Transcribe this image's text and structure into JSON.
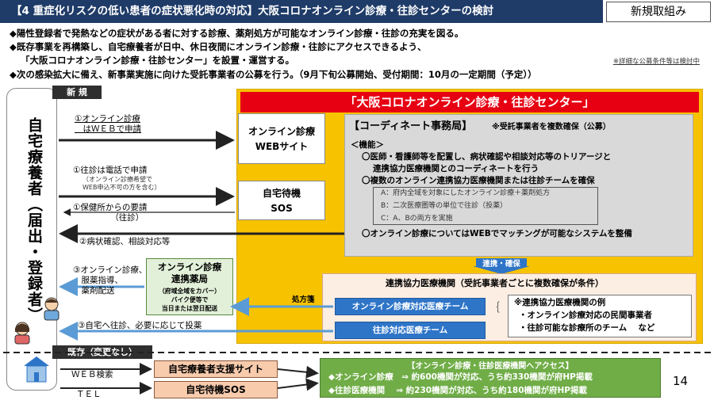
{
  "header": {
    "title": "【4 重症化リスクの低い患者の症状悪化時の対応】大阪コロナオンライン診療・往診センターの検討",
    "tag": "新規取組み"
  },
  "bullets": [
    "◆陽性登録者で発熱などの症状がある者に対する診療、薬剤処方が可能なオンライン診療・往診の充実を図る。",
    "◆既存事業を再構築し、自宅療養者が日中、休日夜間にオンライン診療・往診にアクセスできるよう、",
    "「大阪コロナオンライン診療・往診センター」を設置・運営する。",
    "◆次の感染拡大に備え、新事業実施に向けた受託事業者の公募を行う。（9月下旬公募開始、受付期間：10月の一定期間（予定））"
  ],
  "note": "※詳細な公募条件等は検討中",
  "left_title": "自宅療養者（届出・登録者）",
  "section_new": "新 規",
  "section_existing": "既存（変更なし）",
  "center_title": "「大阪コロナオンライン診療・往診センター」",
  "boxes": {
    "web": "オンライン診療\nWEBサイト",
    "sos": "自宅待機\nSOS"
  },
  "coord": {
    "title": "【コーディネート事務局】",
    "note": "※受託事業者を複数確保（公募）",
    "func": "＜機能＞",
    "l1": "〇医師・看護師等を配置し、病状確認や相談対応等のトリアージと",
    "l2": "連携協力医療機関とのコーディネートを行う",
    "l3": "〇複数のオンライン連携協力医療機関または往診チームを確保",
    "a": "A：府内全域を対象にしたオンライン診療＋薬剤処方",
    "b": "B：二次医療圏等の単位で往診（投薬）",
    "c": "C：A、Bの両方を実施",
    "l4": "〇オンライン診療についてはWEBでマッチングが可能なシステムを整備"
  },
  "cooperate": "連携・確保",
  "partner": {
    "title": "連携協力医療機関（受託事業者ごとに複数確保が条件）",
    "team_online": "オンライン診療対応医療チーム",
    "team_visit": "往診対応医療チーム",
    "ex_title": "※連携協力医療機関の例",
    "ex1": "・オンライン診療対応の民間事業者",
    "ex2": "・往診可能な診療所のチーム　 など"
  },
  "pharmacy": {
    "title": "オンライン診療\n連携薬局",
    "note": "（府域全域をカバー）\nバイク便等で\n当日または翌日配送"
  },
  "arrows": {
    "a1": "①オンライン診療\n　はＷＥＢで申請",
    "a2": "①往診は電話で申請",
    "a2s": "（オンライン診療希望で\nWEB申込不可の方を含む）",
    "a3": "①保健所からの要請\n　　　　　（往診）",
    "a4": "②病状確認、相談対応等",
    "a5": "③オンライン診療、\n　服薬指導、\n　薬剤配送",
    "a6": "③自宅へ往診、必要に応じて投薬",
    "rx": "処方箋"
  },
  "existing": {
    "web_search": "ＷＥＢ検索",
    "tel": "ＴＥＬ",
    "site": "自宅療養者支援サイト",
    "sos": "自宅待機SOS",
    "access_title": "【オンライン診療・往診医療機関へアクセス】",
    "access1": "◆オンライン診療　⇒ 約600機関が対応、うち約330機関が府HP掲載",
    "access2": "◆往診医療機関　 ⇒ 約230機関が対応、うち約180機関が府HP掲載"
  },
  "page_number": "14",
  "colors": {
    "title_bg": "#1f3b68",
    "orange": "#f7c300",
    "red": "#e60012",
    "blue": "#2e75c8",
    "green": "#70ad47"
  }
}
